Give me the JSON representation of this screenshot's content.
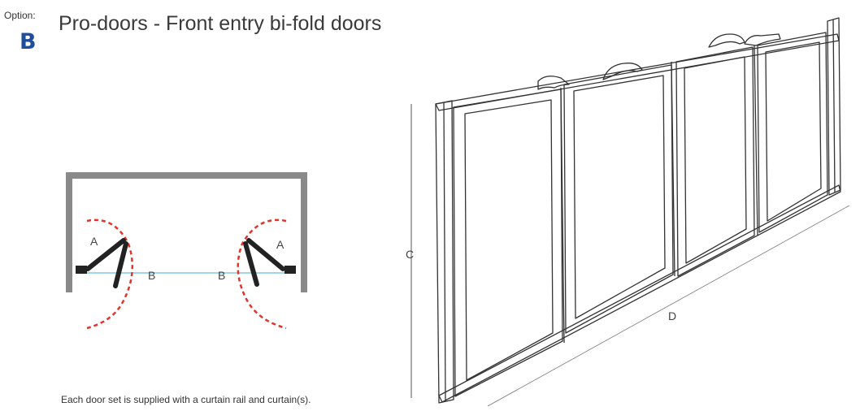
{
  "option_label": "Option:",
  "option_letter": "B",
  "title": "Pro-doors - Front entry bi-fold doors",
  "plan_diagram": {
    "labels": {
      "a_left": "A",
      "a_right": "A",
      "b_left": "B",
      "b_right": "B"
    },
    "colors": {
      "wall": "#8a8a8a",
      "swing_arc": "#e0342c",
      "curtain_line": "#7fc8e6",
      "door": "#222222"
    }
  },
  "elevation_diagram": {
    "labels": {
      "height": "C",
      "width": "D"
    }
  },
  "footnote": "Each door set is supplied with a curtain rail and curtain(s)."
}
